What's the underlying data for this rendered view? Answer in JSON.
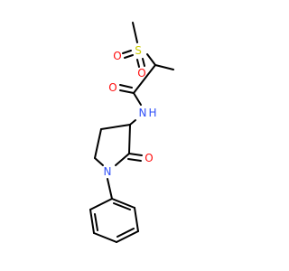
{
  "colors": {
    "bond": "#000000",
    "oxygen": "#ff0d0d",
    "sulfur": "#cccc00",
    "nitrogen": "#3050f8"
  },
  "atoms": [
    {
      "id": "S",
      "label": "S",
      "element": "sulfur"
    },
    {
      "id": "O1",
      "label": "O",
      "element": "oxygen"
    },
    {
      "id": "O2",
      "label": "O",
      "element": "oxygen"
    },
    {
      "id": "O3",
      "label": "O",
      "element": "oxygen"
    },
    {
      "id": "NH",
      "label": "N",
      "element": "nitrogen"
    },
    {
      "id": "H",
      "label": "H",
      "element": "nitrogen"
    },
    {
      "id": "N2",
      "label": "N",
      "element": "nitrogen"
    },
    {
      "id": "O4",
      "label": "O",
      "element": "oxygen"
    }
  ]
}
